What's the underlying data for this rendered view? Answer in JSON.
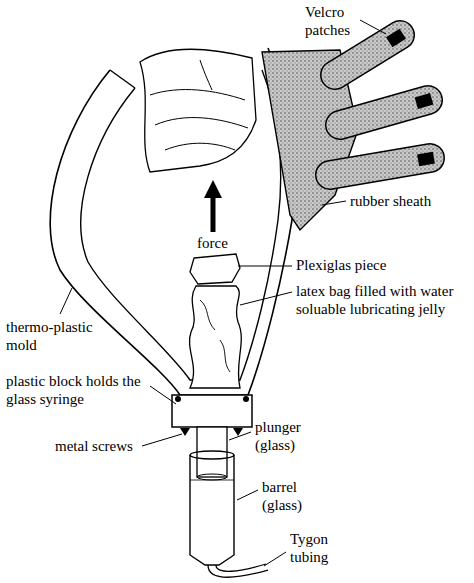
{
  "diagram": {
    "labels": [
      "Velcro patches",
      "rubber sheath",
      "force",
      "Plexiglas piece",
      "latex bag filled with water soluable lubricating jelly",
      "thermo-plastic mold",
      "plastic block holds the glass syringe",
      "plunger (glass)",
      "metal screws",
      "barrel (glass)",
      "Tygon tubing"
    ]
  }
}
